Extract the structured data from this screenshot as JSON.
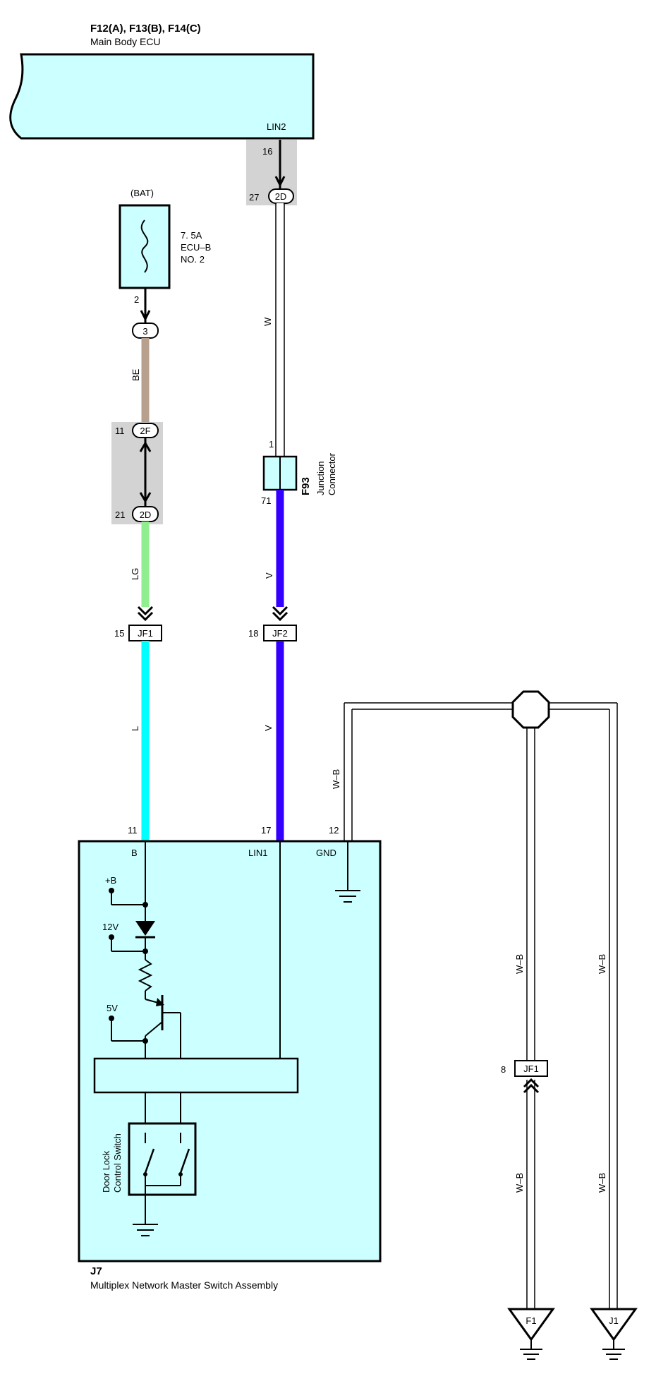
{
  "colors": {
    "component_fill": "#ccffff",
    "shade": "#d3d3d3",
    "wire_BE": "#b8a08e",
    "wire_LG": "#90ee90",
    "wire_L": "#00ffff",
    "wire_V": "#3300ff",
    "wire_W": "#ffffff",
    "outline": "#000000"
  },
  "ecu": {
    "title": "F12(A), F13(B), F14(C)",
    "name": "Main Body ECU",
    "pin_label": "LIN2",
    "pin_number": "16"
  },
  "fuse": {
    "source": "(BAT)",
    "rating": "7. 5A",
    "name": "ECU–B",
    "number": "NO. 2",
    "pin": "2"
  },
  "connectors": {
    "c3": {
      "id": "3"
    },
    "c2d_top": {
      "id": "2D",
      "pin": "27"
    },
    "c2f": {
      "id": "2F",
      "pin": "11"
    },
    "c2d_mid": {
      "id": "2D",
      "pin": "21"
    },
    "jf1_left": {
      "id": "JF1",
      "pin": "15"
    },
    "jf2": {
      "id": "JF2",
      "pin": "18"
    },
    "jf1_right": {
      "id": "JF1",
      "pin": "8"
    }
  },
  "junction": {
    "id": "F93",
    "name_line1": "Junction",
    "name_line2": "Connector",
    "pin_top": "1",
    "pin_bottom": "71"
  },
  "wires": {
    "be": "BE",
    "w": "W",
    "lg": "LG",
    "v_upper": "V",
    "l": "L",
    "v_lower": "V",
    "wb_gnd": "W–B",
    "wb_mid_upper": "W–B",
    "wb_mid_lower": "W–B",
    "wb_right_upper": "W–B",
    "wb_right_lower": "W–B"
  },
  "switch_assembly": {
    "id": "J7",
    "name": "Multiplex Network Master Switch Assembly",
    "pin_b_number": "11",
    "pin_b_label": "B",
    "pin_lin1_number": "17",
    "pin_lin1_label": "LIN1",
    "pin_gnd_number": "12",
    "pin_gnd_label": "GND",
    "supply_b": "+B",
    "supply_12v": "12V",
    "supply_5v": "5V",
    "switch_line1": "Door Lock",
    "switch_line2": "Control Switch"
  },
  "grounds": {
    "left": "F1",
    "right": "J1"
  }
}
